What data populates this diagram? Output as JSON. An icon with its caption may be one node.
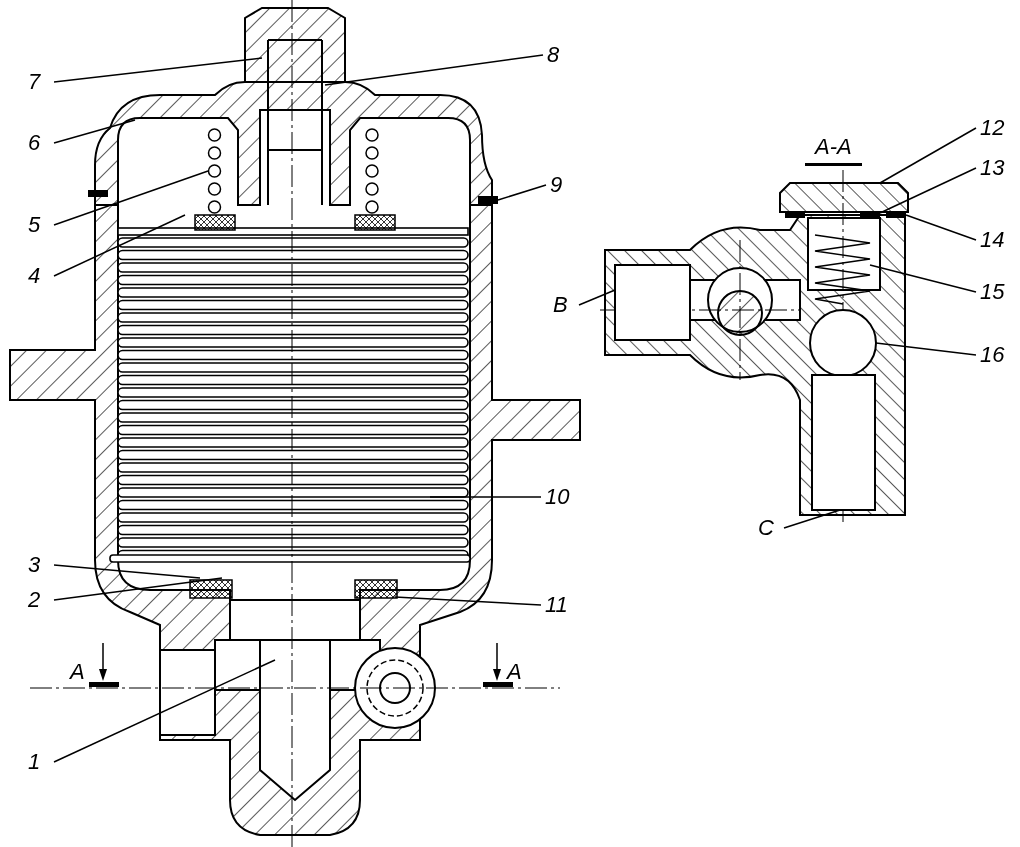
{
  "diagram": {
    "nodes": [
      {
        "text": [
          "1"
        ]
      },
      {
        "text": [
          "2"
        ]
      },
      {
        "text": [
          "3"
        ]
      },
      {
        "text": [
          "4"
        ]
      },
      {
        "text": [
          "5"
        ]
      },
      {
        "text": [
          "6"
        ]
      },
      {
        "text": [
          "7"
        ]
      },
      {
        "text": [
          "8"
        ]
      },
      {
        "text": [
          "9"
        ]
      },
      {
        "text": [
          "10"
        ]
      },
      {
        "text": [
          "11"
        ]
      },
      {
        "text": [
          "12"
        ]
      },
      {
        "text": [
          "13"
        ]
      },
      {
        "text": [
          "14"
        ]
      },
      {
        "text": [
          "15"
        ]
      },
      {
        "text": [
          "16"
        ]
      },
      {
        "text": [
          "B"
        ]
      },
      {
        "text": [
          "C"
        ]
      },
      {
        "text": [],
        "shape": "bar"
      },
      {
        "text": [],
        "shape": "box"
      },
      {
        "text": [],
        "shape": "bar"
      },
      {
        "text": [],
        "shape": "bar"
      },
      {
        "text": [],
        "shape": "spring"
      },
      {
        "text": [],
        "shape": "circle"
      },
      {
        "text": [],
        "shape": "box"
      },
      {
        "text": [],
        "shape": "box"
      },
      {
        "text": [],
        "shape": "spring"
      }
    ],
    "edges": [
      {
        "from": 0,
        "to": null,
        "arrow": "none"
      },
      {
        "from": 1,
        "to": null,
        "arrow": "none"
      },
      {
        "from": 2,
        "to": null,
        "arrow": "none"
      },
      {
        "from": 3,
        "to": null,
        "arrow": "none"
      },
      {
        "from": 4,
        "to": 26,
        "arrow": "none"
      },
      {
        "from": 5,
        "to": null,
        "arrow": "none"
      },
      {
        "from": 6,
        "to": null,
        "arrow": "none"
      },
      {
        "from": 7,
        "to": null,
        "arrow": "none"
      },
      {
        "from": 8,
        "to": 18,
        "arrow": "none"
      },
      {
        "from": 9,
        "to": null,
        "arrow": "none"
      },
      {
        "from": 10,
        "to": null,
        "arrow": "none"
      },
      {
        "from": 11,
        "to": 19,
        "arrow": "none"
      },
      {
        "from": 12,
        "to": 20,
        "arrow": "none"
      },
      {
        "from": 13,
        "to": 21,
        "arrow": "none"
      },
      {
        "from": 14,
        "to": 22,
        "arrow": "none"
      },
      {
        "from": 15,
        "to": 23,
        "arrow": "none"
      },
      {
        "from": 16,
        "to": 24,
        "arrow": "none"
      },
      {
        "from": 17,
        "to": 25,
        "arrow": "none"
      }
    ],
    "labels": [
      "A-A",
      "A",
      "A"
    ]
  }
}
